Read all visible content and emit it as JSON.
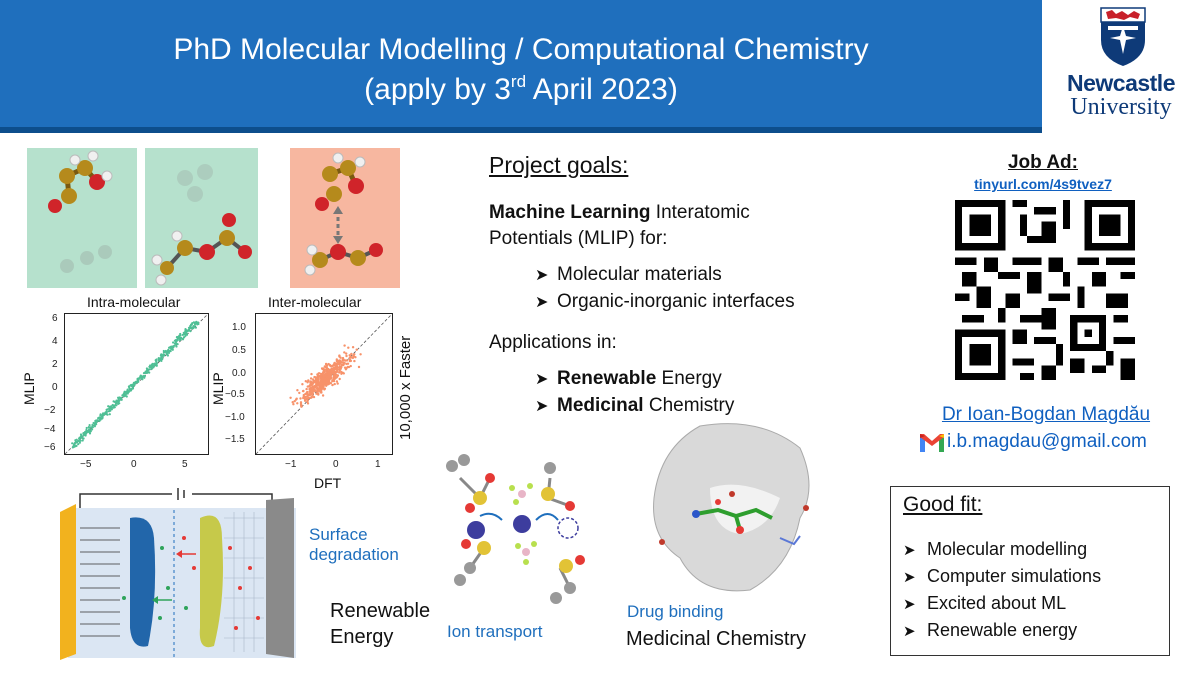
{
  "header": {
    "title_line1": "PhD Molecular Modelling / Computational Chemistry",
    "title_line2_pre": "(apply by 3",
    "title_line2_sup": "rd",
    "title_line2_post": " April 2023)"
  },
  "logo": {
    "line1": "Newcastle",
    "line2": "University"
  },
  "plots": {
    "intra": {
      "title": "Intra-molecular",
      "ylabel": "MLIP",
      "yticks": [
        "6",
        "4",
        "2",
        "0",
        "−2",
        "−4",
        "−6"
      ],
      "xticks": [
        "−5",
        "0",
        "5"
      ]
    },
    "inter": {
      "title": "Inter-molecular",
      "ylabel": "MLIP",
      "xlabel": "DFT",
      "yticks": [
        "1.0",
        "0.5",
        "0.0",
        "−0.5",
        "−1.0",
        "−1.5"
      ],
      "xticks": [
        "−1",
        "0",
        "1"
      ],
      "side_note": "10,000 x Faster"
    }
  },
  "goals": {
    "heading": "Project goals:",
    "ml_bold": "Machine Learning",
    "ml_rest": " Interatomic",
    "ml_line2": "Potentials (MLIP) for:",
    "bullets1": [
      "Molecular materials",
      "Organic-inorganic interfaces"
    ],
    "applications": "Applications in:",
    "app1_bold": "Renewable",
    "app1_rest": " Energy",
    "app2_bold": "Medicinal",
    "app2_rest": " Chemistry"
  },
  "job": {
    "heading": "Job Ad:",
    "link": "tinyurl.com/4s9tvez7",
    "author": "Dr Ioan-Bogdan Magdău",
    "email": "i.b.magdau@gmail.com"
  },
  "fit": {
    "heading": "Good fit:",
    "items": [
      "Molecular modelling",
      "Computer simulations",
      "Excited about ML",
      "Renewable energy"
    ]
  },
  "captions": {
    "surface": "Surface degradation",
    "surface_l1": "Surface",
    "surface_l2": "degradation",
    "renewable_l1": "Renewable",
    "renewable_l2": "Energy",
    "ion": "Ion transport",
    "drug": "Drug binding",
    "medicinal": "Medicinal Chemistry"
  },
  "colors": {
    "header_blue": "#1f6fbd",
    "link_blue": "#1060c0",
    "intra_points": "#4fbf95",
    "inter_points": "#f7926a",
    "mint_panel": "#b6e1cd",
    "salmon_panel": "#f7b7a0"
  }
}
